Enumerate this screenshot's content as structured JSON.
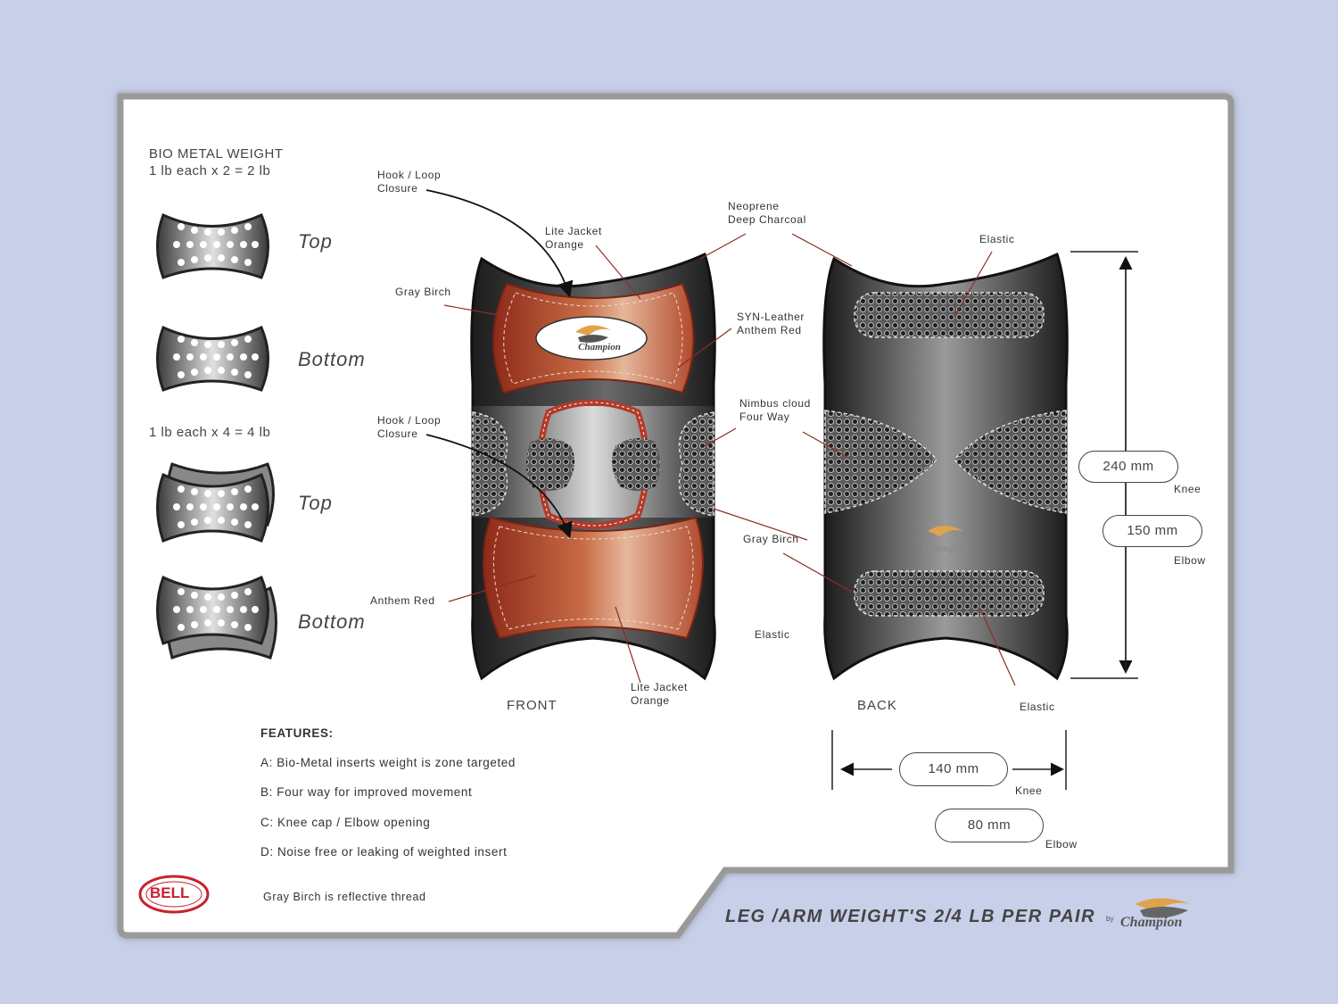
{
  "section_one": {
    "heading_line1": "BIO METAL WEIGHT",
    "heading_line2": "1 lb each x 2 = 2 lb",
    "top_label": "Top",
    "bottom_label": "Bottom"
  },
  "section_two": {
    "heading": "1 lb each x 4 = 4 lb",
    "top_label": "Top",
    "bottom_label": "Bottom"
  },
  "callouts": {
    "hook_loop_1": "Hook / Loop\nClosure",
    "lite_jacket_1": "Lite Jacket\nOrange",
    "gray_birch_1": "Gray Birch",
    "neoprene": "Neoprene\nDeep Charcoal",
    "elastic_top": "Elastic",
    "syn_leather": "SYN-Leather\nAnthem Red",
    "nimbus": "Nimbus cloud\nFour Way",
    "hook_loop_2": "Hook / Loop\nClosure",
    "gray_birch_2": "Gray Birch",
    "anthem_red": "Anthem Red",
    "elastic_mid": "Elastic",
    "lite_jacket_2": "Lite Jacket\nOrange",
    "elastic_bottom": "Elastic"
  },
  "views": {
    "front": "FRONT",
    "back": "BACK"
  },
  "dimensions": {
    "height_knee": "240 mm",
    "height_knee_label": "Knee",
    "height_elbow": "150 mm",
    "height_elbow_label": "Elbow",
    "width_knee": "140 mm",
    "width_knee_label": "Knee",
    "width_elbow": "80 mm",
    "width_elbow_label": "Elbow"
  },
  "features": {
    "heading": "FEATURES:",
    "items": [
      "A: Bio-Metal inserts weight is zone targeted",
      "B: Four way for improved movement",
      "C: Knee cap / Elbow opening",
      "D: Noise free or leaking of weighted insert"
    ],
    "note": "Gray Birch is reflective thread"
  },
  "brand": {
    "bell": "BELL",
    "champion_by": "by",
    "champion": "Champion"
  },
  "title": "LEG /ARM WEIGHT'S 2/4 LB PER PAIR",
  "colors": {
    "background": "#c7cfe9",
    "panel": "#ffffff",
    "charcoal": "#2e2e2e",
    "anthem_red": "#b8452b",
    "orange": "#e0a24a",
    "bell_red": "#c8202c"
  }
}
